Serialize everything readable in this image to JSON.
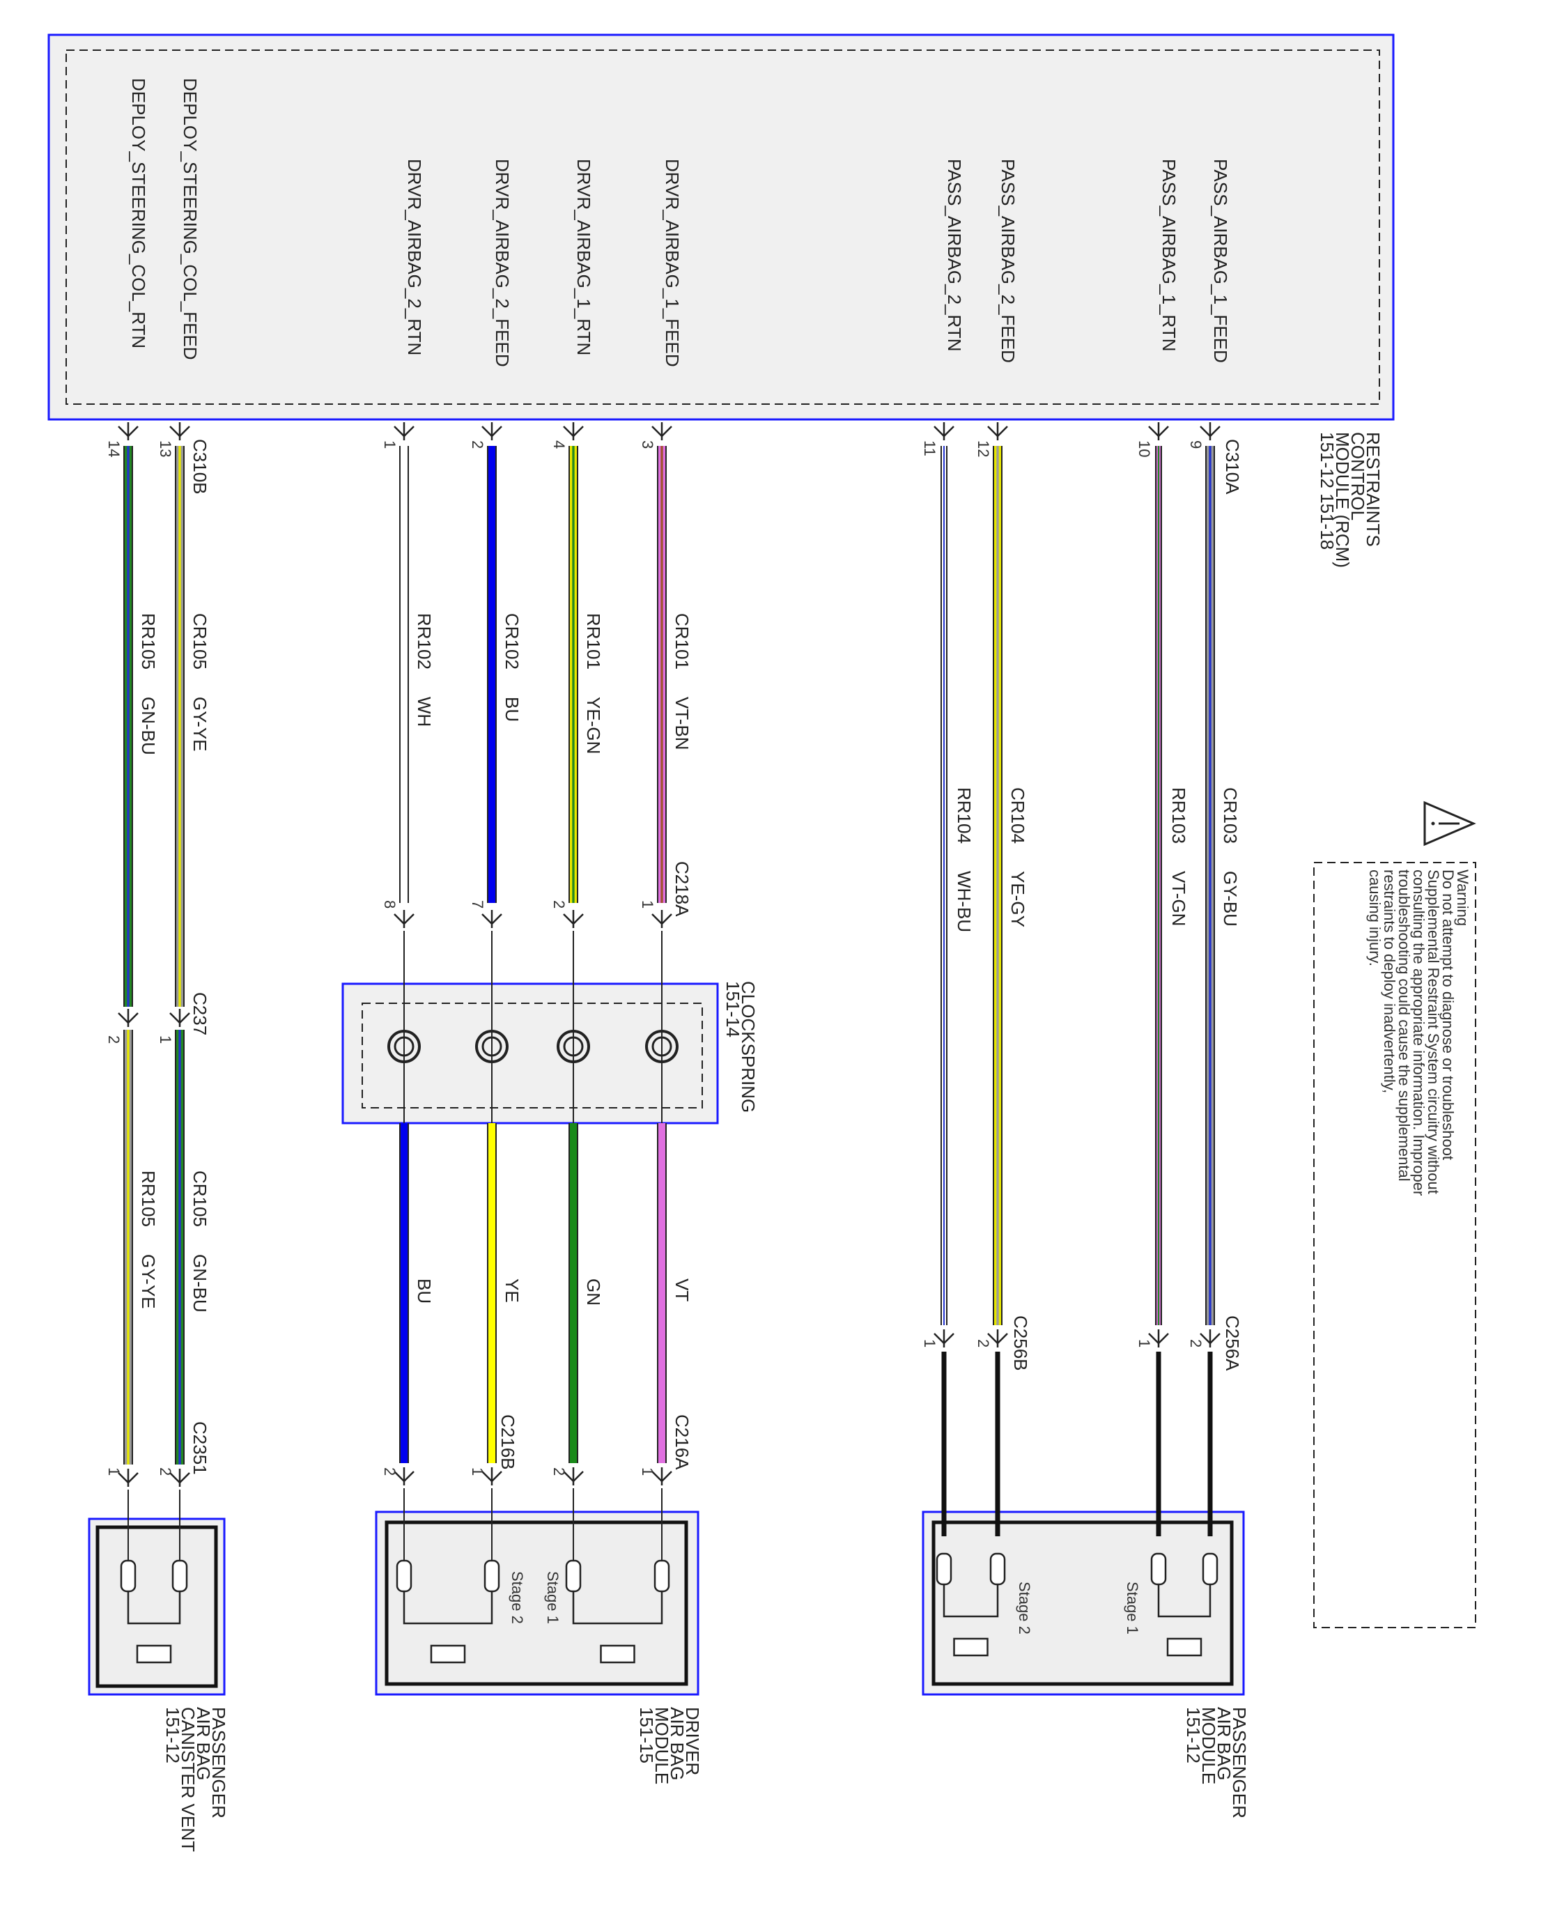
{
  "rcm": {
    "title_lines": [
      "RESTRAINTS",
      "CONTROL",
      "MODULE (RCM)",
      "151-12   151-18"
    ],
    "connectors": [
      "C310A",
      "C310B"
    ],
    "signals": [
      {
        "name": "PASS_AIRBAG_1_FEED",
        "pin": "9",
        "circuit": "CR103",
        "color_code": "GY-BU",
        "mid_connector": "",
        "end_pin": "2",
        "end_conn": "C256A",
        "far_circuit": "",
        "far_color": ""
      },
      {
        "name": "PASS_AIRBAG_1_RTN",
        "pin": "10",
        "circuit": "RR103",
        "color_code": "VT-GN",
        "end_pin": "1"
      },
      {
        "name": "PASS_AIRBAG_2_FEED",
        "pin": "12",
        "circuit": "CR104",
        "color_code": "YE-GY",
        "end_pin": "2",
        "end_conn": "C256B"
      },
      {
        "name": "PASS_AIRBAG_2_RTN",
        "pin": "11",
        "circuit": "RR104",
        "color_code": "WH-BU",
        "end_pin": "1"
      },
      {
        "name": "DRVR_AIRBAG_1_FEED",
        "pin": "3",
        "circuit": "CR101",
        "color_code": "VT-BN",
        "mid_pin": "1",
        "mid_conn": "C218A",
        "wire2": "VT",
        "end_pin": "1",
        "end_conn": "C216A"
      },
      {
        "name": "DRVR_AIRBAG_1_RTN",
        "pin": "4",
        "circuit": "RR101",
        "color_code": "YE-GN",
        "mid_pin": "2",
        "wire2": "GN",
        "end_pin": "2"
      },
      {
        "name": "DRVR_AIRBAG_2_FEED",
        "pin": "2",
        "circuit": "CR102",
        "color_code": "BU",
        "mid_pin": "7",
        "wire2": "YE",
        "end_pin": "1",
        "end_conn": "C216B"
      },
      {
        "name": "DRVR_AIRBAG_2_RTN",
        "pin": "1",
        "circuit": "RR102",
        "color_code": "WH",
        "mid_pin": "8",
        "wire2": "BU",
        "end_pin": "2"
      },
      {
        "name": "DEPLOY_STEERING_COL_FEED",
        "pin": "13",
        "circuit": "CR105",
        "color_code": "GY-YE",
        "mid_pin": "1",
        "mid_conn": "C237",
        "circuit2": "CR105",
        "color2": "GN-BU",
        "end_pin": "2",
        "end_conn": "C2351"
      },
      {
        "name": "DEPLOY_STEERING_COL_RTN",
        "pin": "14",
        "circuit": "RR105",
        "color_code": "GN-BU",
        "mid_pin": "2",
        "circuit2": "RR105",
        "color2": "GY-YE",
        "end_pin": "1"
      }
    ]
  },
  "clockspring": {
    "lines": [
      "CLOCKSPRING",
      "151-14"
    ]
  },
  "modules": {
    "passenger_airbag": {
      "lines": [
        "PASSENGER",
        "AIR BAG",
        "MODULE",
        "151-12"
      ],
      "stage1": "Stage 1",
      "stage2": "Stage 2"
    },
    "driver_airbag": {
      "lines": [
        "DRIVER",
        "AIR BAG",
        "MODULE",
        "151-15"
      ],
      "stage1": "Stage 1",
      "stage2": "Stage 2"
    },
    "canister_vent": {
      "lines": [
        "PASSENGER",
        "AIR BAG",
        "CANISTER VENT",
        "151-12"
      ]
    }
  },
  "warning": {
    "lines": [
      "Warning",
      "Do not attempt to diagnose or troubleshoot",
      "Supplemental Restraint System circuitry without",
      "consulting the appropriate information. Improper",
      "troubleshooting could cause the supplemental",
      "restraints to deploy inadvertently,",
      "causing injury."
    ],
    "icon": "warning-triangle-icon"
  },
  "colors": {
    "GY-BU": [
      "#9a9a9a",
      "#2233cc"
    ],
    "VT-GN": [
      "#d070d0",
      "#228822"
    ],
    "YE-GY": [
      "#e8e800",
      "#9a9a9a"
    ],
    "WH-BU": [
      "#ffffff",
      "#2233cc"
    ],
    "VT-BN": [
      "#e070e0",
      "#a0522d"
    ],
    "YE-GN": [
      "#e8e800",
      "#228822"
    ],
    "BU": [
      "#0000ee",
      "#0000ee"
    ],
    "WH": [
      "#ffffff",
      "#ffffff"
    ],
    "GY-YE": [
      "#9a9a9a",
      "#e8e800"
    ],
    "GN-BU": [
      "#228822",
      "#2233cc"
    ],
    "VT": [
      "#e070e0",
      "#e070e0"
    ],
    "GN": [
      "#1a8a1a",
      "#1a8a1a"
    ],
    "YE": [
      "#ffff00",
      "#ffff00"
    ],
    "BK": [
      "#000000",
      "#000000"
    ]
  }
}
